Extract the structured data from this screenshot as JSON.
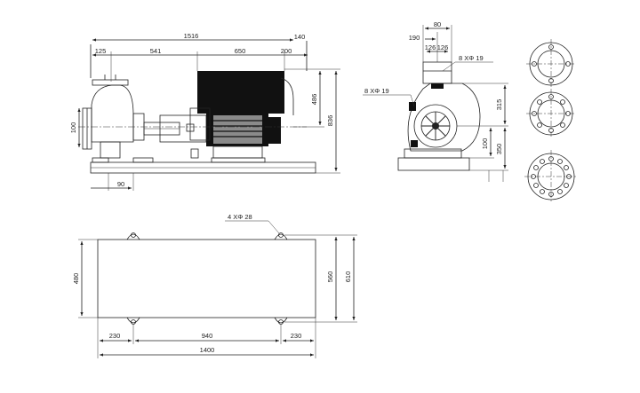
{
  "side_view": {
    "overall_length": "1516",
    "dim_suction_offset": "125",
    "dim_coupling": "541",
    "dim_motor": "650",
    "dim_motor_end": "200",
    "dim_terminal_box": "140",
    "dim_height_motor": "486",
    "dim_height_total": "836",
    "dim_suction_dia": "100",
    "dim_foot": "90"
  },
  "front_view": {
    "dim_top": "80",
    "dim_190": "190",
    "dim_126_left": "126",
    "dim_126_right": "126",
    "bolt_top": "8   XΦ 19",
    "bolt_left": "8   XΦ 19",
    "dim_315": "315",
    "dim_100": "100",
    "dim_350": "350"
  },
  "base_plate": {
    "anchor_bolts": "4   XΦ 28",
    "dim_480": "480",
    "dim_560": "560",
    "dim_610": "610",
    "dim_230_left": "230",
    "dim_940": "940",
    "dim_230_right": "230",
    "dim_1400": "1400"
  }
}
